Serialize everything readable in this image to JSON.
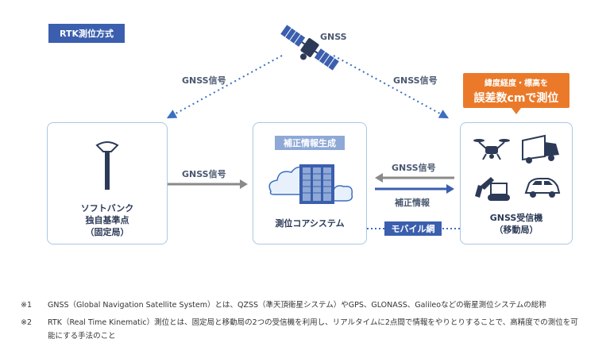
{
  "title": "RTK測位方式",
  "satellite_label": "GNSS",
  "signal_label": "GNSS信号",
  "callout": {
    "line1": "緯度経度・標高を",
    "line2": "誤差数cmで測位"
  },
  "base_station": {
    "line1": "ソフトバンク",
    "line2": "独自基準点",
    "line3": "（固定局）"
  },
  "core_system": {
    "tag": "補正情報生成",
    "label": "測位コアシステム"
  },
  "correction_info": "補正情報",
  "mobile_network": "モバイル網",
  "receiver": {
    "line1": "GNSS受信機",
    "line2": "（移動局）"
  },
  "notes": [
    {
      "mark": "※1",
      "text": "GNSS（Global Navigation Satellite System）とは、QZSS（準天頂衛星システム）やGPS、GLONASS、Galileoなどの衛星測位システムの総称"
    },
    {
      "mark": "※2",
      "text1": "RTK（Real Time Kinematic）測位とは、固定局と移動局の2つの受信機を利用し、リアルタイムに2点間で情報をやりとりすることで、高精度での測位を可",
      "text2": "能にする手法のこと"
    }
  ],
  "colors": {
    "primary": "#3b5fae",
    "box_border": "#a9c7e6",
    "accent": "#ea7a2a",
    "arrow_gray": "#8a8a8a",
    "dotted_blue": "#3b6fc0"
  }
}
